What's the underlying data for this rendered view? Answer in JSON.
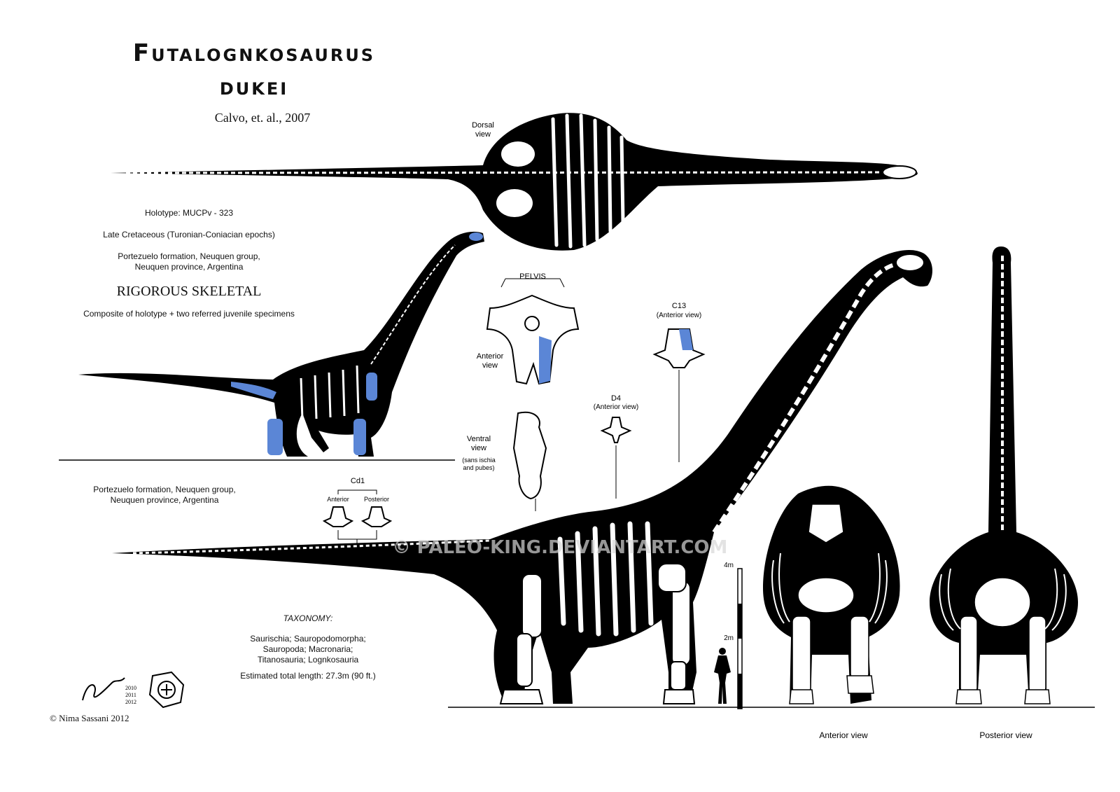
{
  "title": {
    "line1": "Futalognkosaurus",
    "line2": "dukei",
    "author": "Calvo, et. al., 2007"
  },
  "info": {
    "holotype": "Holotype: MUCPv - 323",
    "age": "Late Cretaceous (Turonian-Coniacian epochs)",
    "formation_l1": "Portezuelo formation, Neuquen group,",
    "formation_l2": "Neuquen province, Argentina",
    "heading": "RIGOROUS SKELETAL",
    "composite": "Composite of holotype + two referred juvenile specimens"
  },
  "lower_info": {
    "formation_l1": "Portezuelo formation, Neuquen group,",
    "formation_l2": "Neuquen province, Argentina"
  },
  "taxonomy": {
    "heading": "TAXONOMY:",
    "l1": "Saurischia; Sauropodomorpha;",
    "l2": "Sauropoda; Macronaria;",
    "l3": "Titanosauria; Lognkosauria",
    "length": "Estimated total length: 27.3m (90 ft.)"
  },
  "labels": {
    "dorsal_l1": "Dorsal",
    "dorsal_l2": "view",
    "pelvis": "PELVIS",
    "anterior_l1": "Anterior",
    "anterior_l2": "view",
    "ventral_l1": "Ventral",
    "ventral_l2": "view",
    "ventral_note_l1": "(sans ischia",
    "ventral_note_l2": "and pubes)",
    "c13": "C13",
    "c13_view": "(Anterior view)",
    "d4": "D4",
    "d4_view": "(Anterior view)",
    "cd1": "Cd1",
    "cd1_anterior": "Anterior",
    "cd1_posterior": "Posterior",
    "scale_4m": "4m",
    "scale_2m": "2m",
    "anterior_view": "Anterior view",
    "posterior_view": "Posterior view",
    "watermark": "© PALEO-KING.DEVIANTART.COM",
    "signature_years": [
      "2010",
      "2011",
      "2012"
    ]
  },
  "copyright": "© Nima Sassani 2012",
  "colors": {
    "bone": "#ffffff",
    "silhouette": "#000000",
    "referred": "#5b86d6"
  }
}
